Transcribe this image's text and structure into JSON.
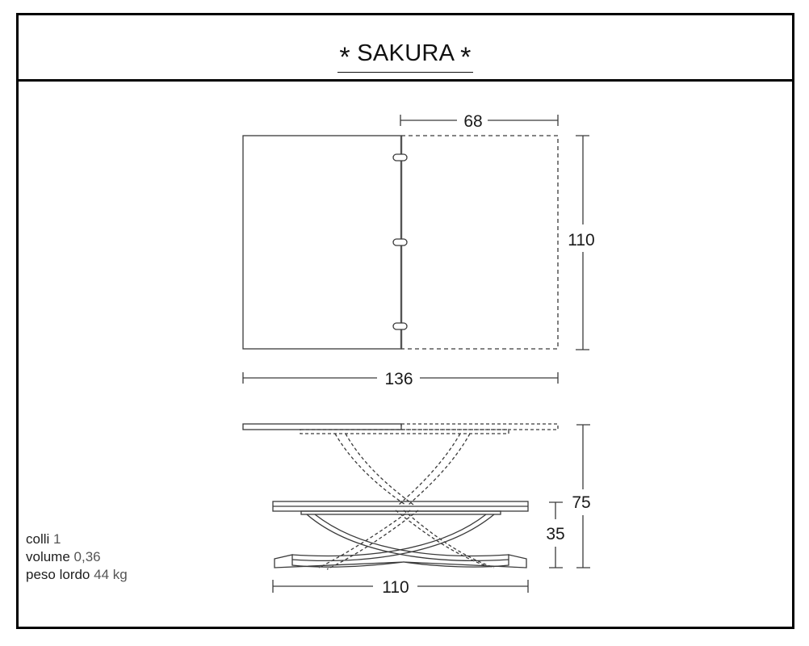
{
  "header": {
    "star_left": "*",
    "title": "SAKURA",
    "star_right": "*"
  },
  "drawing": {
    "plan_view": {
      "extension_width": "68",
      "depth": "110",
      "total_length": "136"
    },
    "side_view": {
      "height_max": "75",
      "height_min": "35",
      "base_length": "110"
    }
  },
  "specs": {
    "colli_label": "colli",
    "colli_value": "1",
    "volume_label": "volume",
    "volume_value": "0,36",
    "weight_label": "peso lordo",
    "weight_value": "44 kg"
  },
  "colors": {
    "border": "#000000",
    "line": "#3a3a3a",
    "text": "#1a1a1a",
    "value_text": "#555555"
  }
}
